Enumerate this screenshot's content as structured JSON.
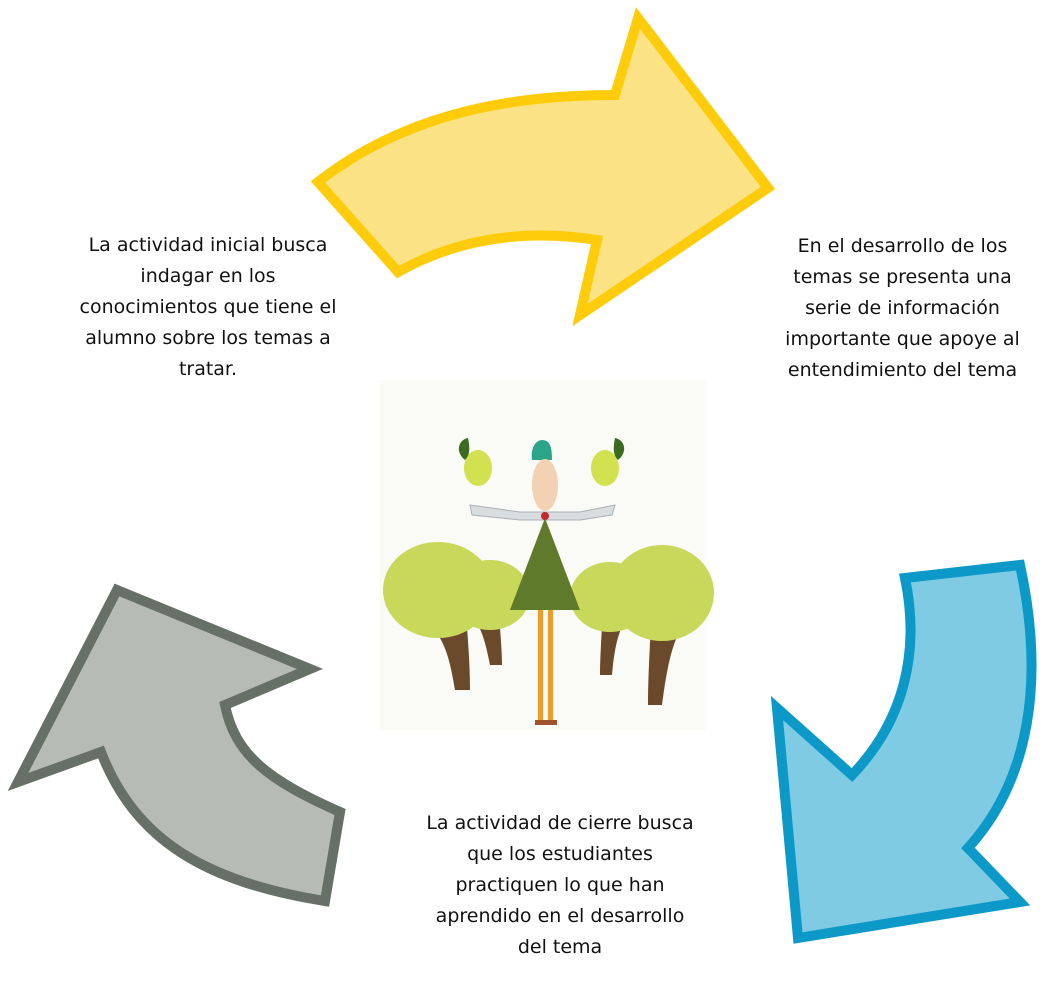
{
  "cycle": {
    "steps": [
      {
        "id": "inicio",
        "text": "La actividad inicial busca\nindagar en los\nconocimientos que tiene el\nalumno sobre los temas a\ntratar."
      },
      {
        "id": "desarrollo",
        "text": "En el desarrollo de los\ntemas se presenta una\nserie de información\nimportante que apoye al\nentendimiento del tema"
      },
      {
        "id": "cierre",
        "text": "La actividad de cierre busca\nque los estudiantes\npractiquen lo que han\naprendido en el desarrollo\ndel tema"
      }
    ]
  },
  "arrows": {
    "top": {
      "fill": "#fbe385",
      "stroke": "#fecc0a"
    },
    "right": {
      "fill": "#7fcbe4",
      "stroke": "#0c99c8"
    },
    "left": {
      "fill": "#b6bbb4",
      "stroke": "#667066"
    }
  },
  "illustration": {
    "name": "olive-tree-figure",
    "colors": {
      "leaves": "#c8d85a",
      "trunk": "#6b4a2c",
      "dress": "#5f7a2a",
      "hat": "#2aa58a",
      "legs": "#f09a2a"
    }
  }
}
